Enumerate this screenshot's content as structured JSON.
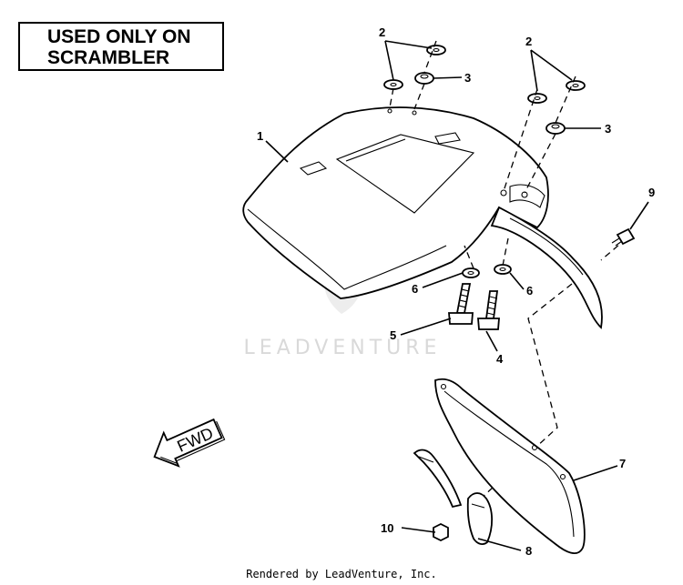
{
  "note": {
    "line1": "USED ONLY ON",
    "line2": "SCRAMBLER"
  },
  "watermark": {
    "text": "LEADVENTURE"
  },
  "direction_arrow": {
    "label": "FWD"
  },
  "callouts": {
    "c1": "1",
    "c2a": "2",
    "c2b": "2",
    "c3a": "3",
    "c3b": "3",
    "c4": "4",
    "c5": "5",
    "c6a": "6",
    "c6b": "6",
    "c7": "7",
    "c8": "8",
    "c9": "9",
    "c10": "10"
  },
  "footer": {
    "text": "Rendered by LeadVenture, Inc."
  }
}
